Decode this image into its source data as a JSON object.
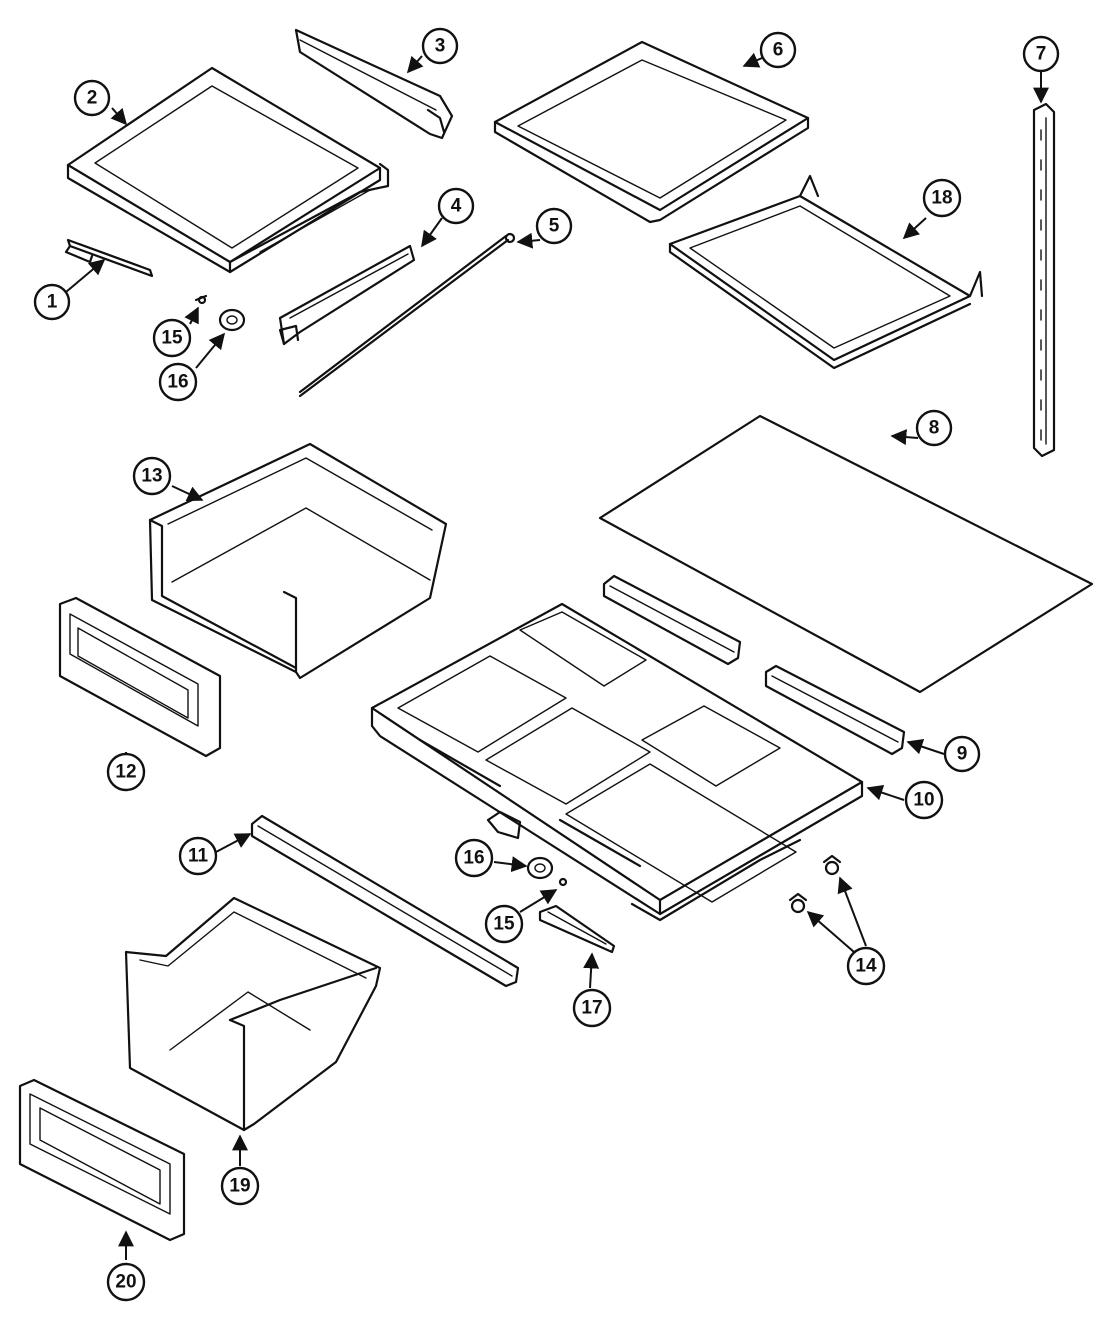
{
  "callouts": [
    {
      "id": "1",
      "label": "1"
    },
    {
      "id": "2",
      "label": "2"
    },
    {
      "id": "3",
      "label": "3"
    },
    {
      "id": "4",
      "label": "4"
    },
    {
      "id": "5",
      "label": "5"
    },
    {
      "id": "6",
      "label": "6"
    },
    {
      "id": "7",
      "label": "7"
    },
    {
      "id": "8",
      "label": "8"
    },
    {
      "id": "9",
      "label": "9"
    },
    {
      "id": "10",
      "label": "10"
    },
    {
      "id": "11",
      "label": "11"
    },
    {
      "id": "12",
      "label": "12"
    },
    {
      "id": "13",
      "label": "13"
    },
    {
      "id": "14",
      "label": "14"
    },
    {
      "id": "15a",
      "label": "15"
    },
    {
      "id": "15b",
      "label": "15"
    },
    {
      "id": "16a",
      "label": "16"
    },
    {
      "id": "16b",
      "label": "16"
    },
    {
      "id": "17",
      "label": "17"
    },
    {
      "id": "18",
      "label": "18"
    },
    {
      "id": "19",
      "label": "19"
    },
    {
      "id": "20",
      "label": "20"
    }
  ]
}
